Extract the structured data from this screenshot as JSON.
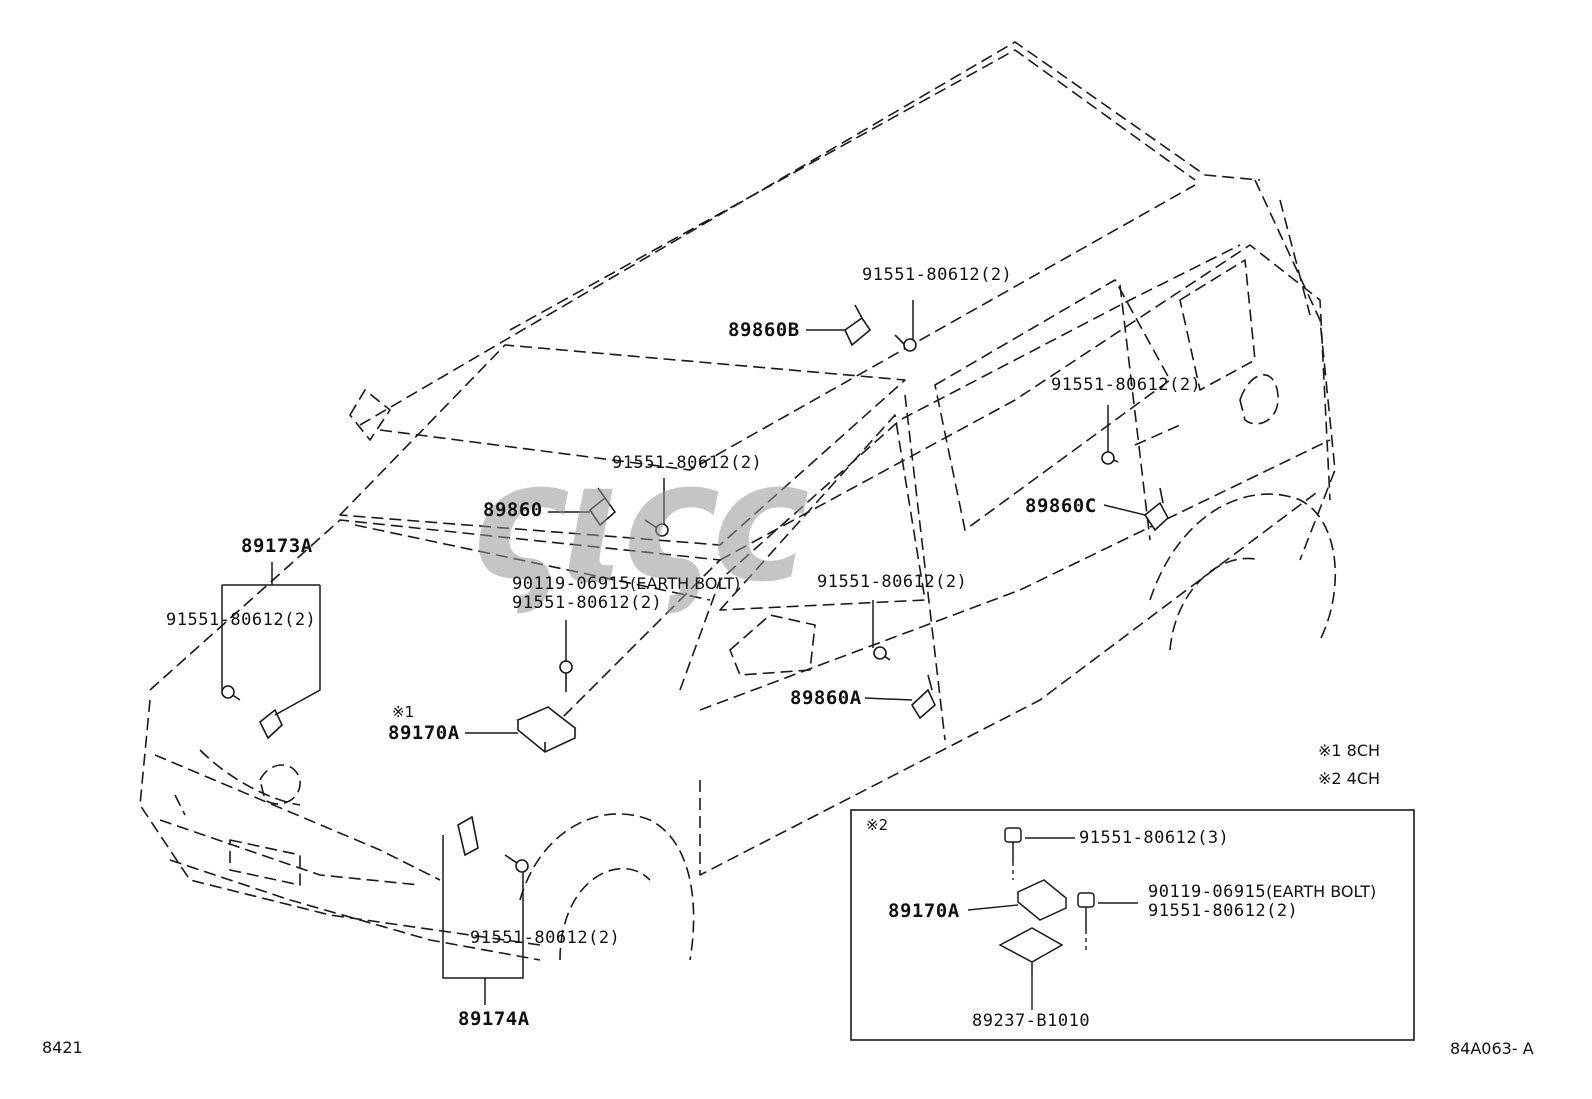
{
  "labels": {
    "l_89173a": "89173A",
    "l_91551_left": "91551-80612(2)",
    "l_89860": "89860",
    "l_91551_89860": "91551-80612(2)",
    "l_90119_center": "90119-06915",
    "l_earth_center": "(EARTH BOLT)",
    "l_91551_center": "91551-80612(2)",
    "l_note1_mark": "※1",
    "l_89170a_main": "89170A",
    "l_89860b": "89860B",
    "l_91551_89860b": "91551-80612(2)",
    "l_91551_89860c": "91551-80612(2)",
    "l_89860c": "89860C",
    "l_91551_89860a": "91551-80612(2)",
    "l_89860a": "89860A",
    "l_91551_89174a": "91551-80612(2)",
    "l_89174a": "89174A"
  },
  "notes": {
    "note1": "※1 8CH",
    "note2": "※2 4CH"
  },
  "inset": {
    "mark": "※2",
    "bolt_top": "91551-80612(3)",
    "part": "89170A",
    "earth_code": "90119-06915",
    "earth_text": "(EARTH BOLT)",
    "bolt_right": "91551-80612(2)",
    "bracket": "89237-B1010"
  },
  "footer": {
    "left_code": "8421",
    "right_code": "84A063- A"
  },
  "watermark": "ςιςc"
}
